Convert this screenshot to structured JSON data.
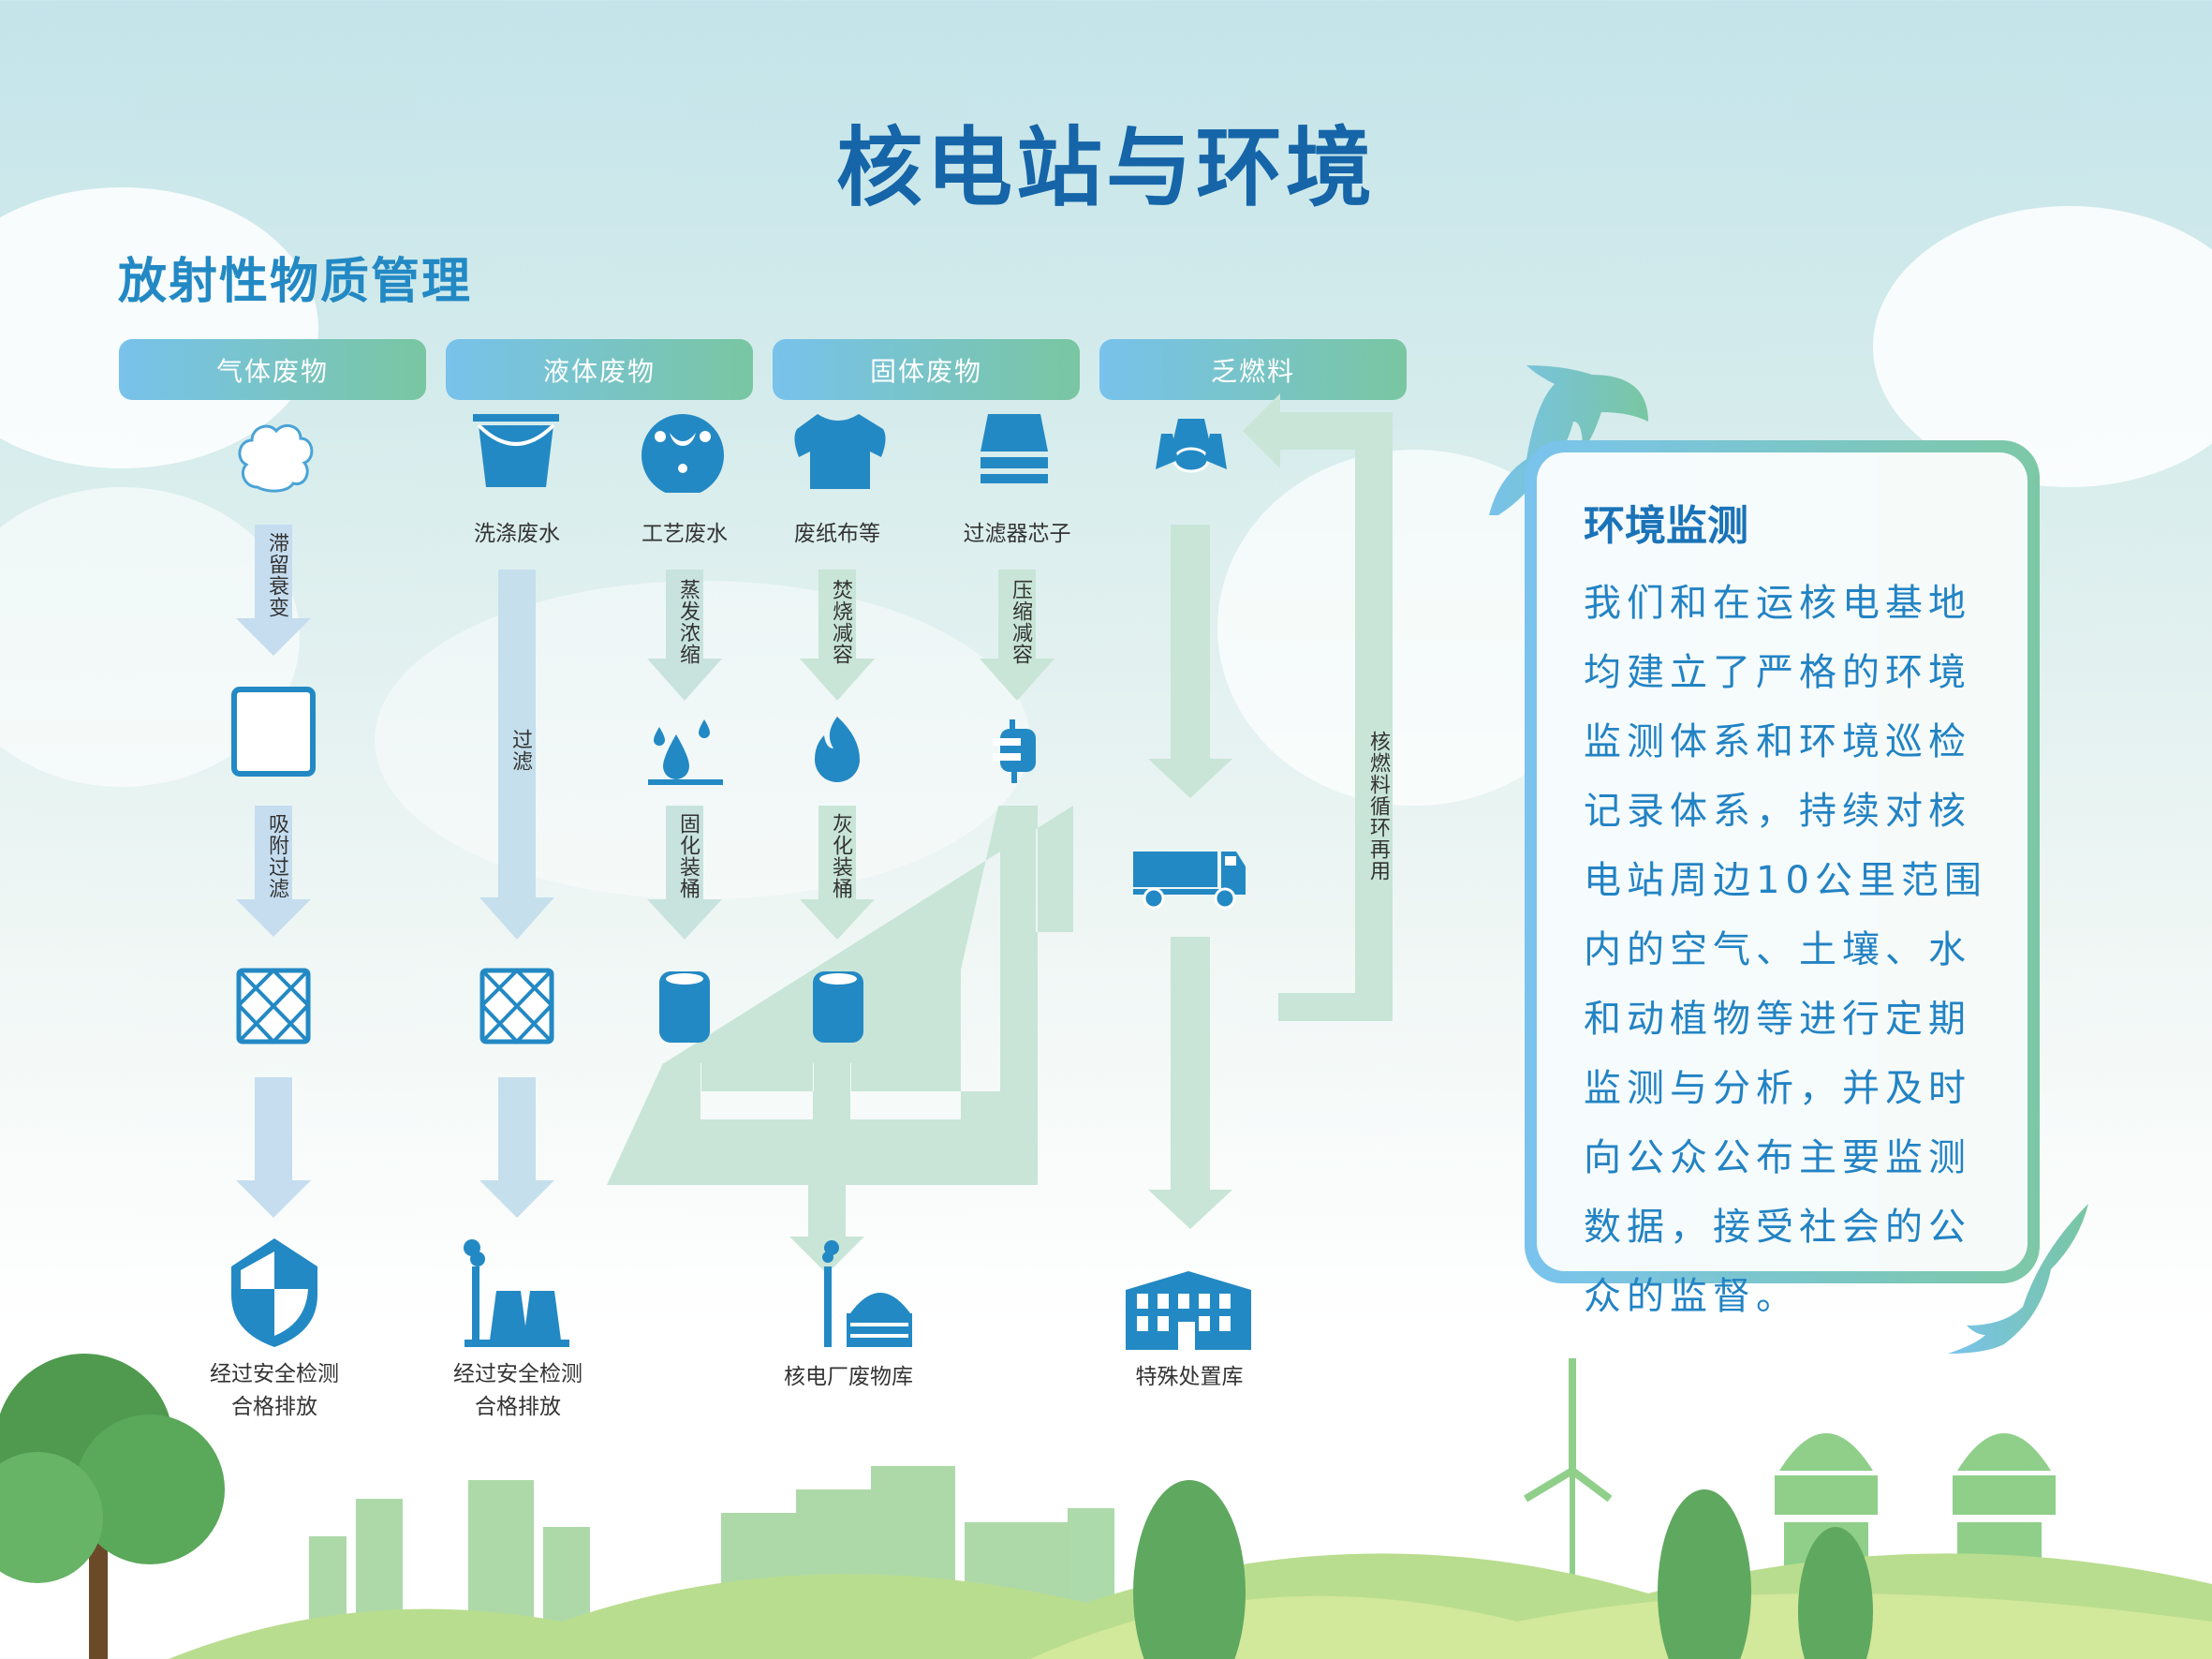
{
  "title": "核电站与环境",
  "subtitle": "放射性物质管理",
  "categories": [
    "气体废物",
    "液体废物",
    "固体废物",
    "乏燃料"
  ],
  "sources": {
    "gas": "",
    "wash_water": "洗涤废水",
    "process_water": "工艺废水",
    "paper_cloth": "废纸布等",
    "filter_core": "过滤器芯子",
    "spent_fuel": ""
  },
  "process_labels": {
    "retention_decay": "滞留衰变",
    "adsorption_filter": "吸附过滤",
    "filtration": "过滤",
    "evaporation": "蒸发浓缩",
    "incineration": "焚烧减容",
    "compaction": "压缩减容",
    "solidify_barrel": "固化装桶",
    "ash_barrel": "灰化装桶",
    "fuel_recycle": "核燃料循环再用"
  },
  "destinations": {
    "gas_release": [
      "经过安全检测",
      "合格排放"
    ],
    "liquid_release": [
      "经过安全检测",
      "合格排放"
    ],
    "waste_store": "核电厂废物库",
    "special_store": "特殊处置库"
  },
  "monitoring": {
    "title": "环境监测",
    "body": "我们和在运核电基地均建立了严格的环境监测体系和环境巡检记录体系，持续对核电站周边10公里范围内的空气、土壤、水和动植物等进行定期监测与分析，并及时向公众公布主要监测数据，接受社会的公众的监督。"
  },
  "colors": {
    "title": "#1565a8",
    "icon": "#2389c4",
    "arrow_blue": "#c5ddef",
    "arrow_green": "#c8e5d7",
    "header_from": "#78c2ec",
    "header_to": "#79c6a2"
  }
}
